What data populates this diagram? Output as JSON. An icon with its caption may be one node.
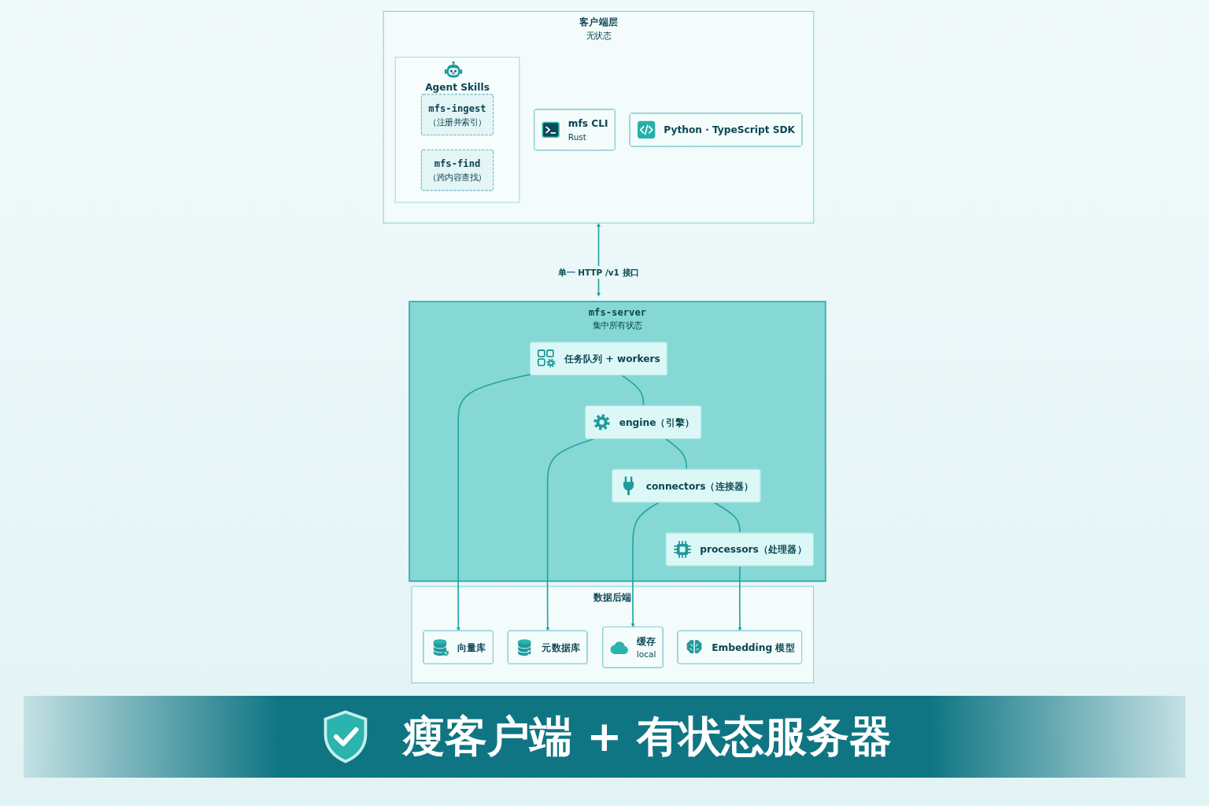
{
  "diagram": {
    "caption": "瘦客户端 + 有状态服务器",
    "nodes": [
      {
        "text": [
          "客户端层",
          "无状态"
        ]
      },
      {
        "text": [
          "mfs CLI",
          "Rust"
        ],
        "in": 0
      },
      {
        "text": [
          "Python · TypeScript SDK"
        ],
        "in": 0
      },
      {
        "text": [
          "Agent Skills"
        ],
        "in": 0
      },
      {
        "text": [
          "mfs-ingest",
          "（注册并索引）"
        ],
        "in": 3
      },
      {
        "text": [
          "mfs-find",
          "（跨内容查找）"
        ],
        "in": 3
      },
      {
        "text": [
          "mfs-server",
          "集中所有状态"
        ]
      },
      {
        "text": [
          "任务队列 + workers"
        ],
        "in": 6
      },
      {
        "text": [
          "engine（引擎）"
        ],
        "in": 6
      },
      {
        "text": [
          "connectors（连接器）"
        ],
        "in": 6
      },
      {
        "text": [
          "processors（处理器）"
        ],
        "in": 6
      },
      {
        "text": [
          "数据后端"
        ]
      },
      {
        "text": [
          "向量库"
        ],
        "in": 11
      },
      {
        "text": [
          "元数据库"
        ],
        "in": 11
      },
      {
        "text": [
          "缓存",
          "local"
        ],
        "in": 11
      },
      {
        "text": [
          "Embedding 模型"
        ],
        "in": 11
      }
    ],
    "edges": [
      {
        "from": 0,
        "to": 6,
        "arrow": "both",
        "label": "单一 HTTP /v1 接口"
      },
      {
        "from": 7,
        "to": 8,
        "arrow": "none"
      },
      {
        "from": 8,
        "to": 9,
        "arrow": "none"
      },
      {
        "from": 9,
        "to": 10,
        "arrow": "none"
      },
      {
        "from": 7,
        "to": 12,
        "arrow": "to"
      },
      {
        "from": 8,
        "to": 13,
        "arrow": "to"
      },
      {
        "from": 9,
        "to": 14,
        "arrow": "to"
      },
      {
        "from": 10,
        "to": 15,
        "arrow": "to"
      }
    ]
  }
}
